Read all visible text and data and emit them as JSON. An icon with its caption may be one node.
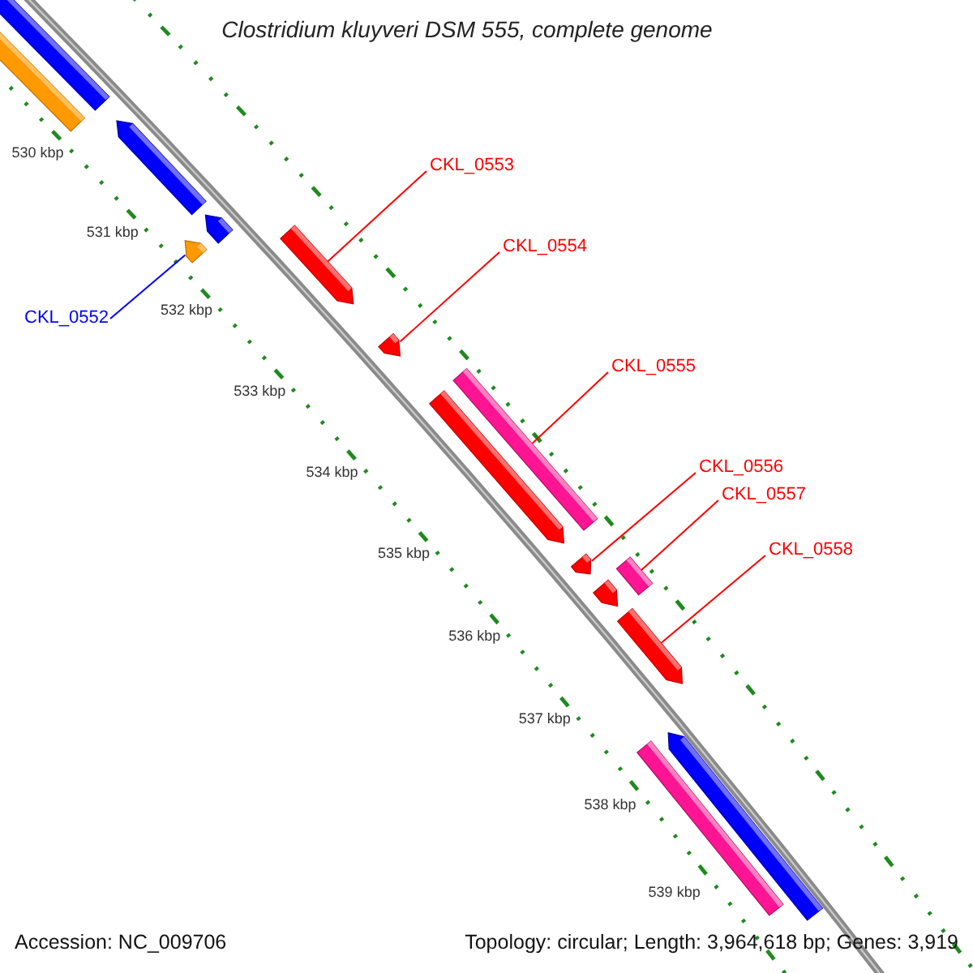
{
  "diagram": {
    "title": "Clostridium kluyveri DSM 555, complete genome",
    "nodes": [
      {
        "text": [
          "CKL_0552"
        ]
      },
      {
        "text": [
          "CKL_0553"
        ]
      },
      {
        "text": [
          "CKL_0554"
        ]
      },
      {
        "text": [
          "CKL_0555"
        ]
      },
      {
        "text": [
          "CKL_0556"
        ]
      },
      {
        "text": [
          "CKL_0557"
        ]
      },
      {
        "text": [
          "CKL_0558"
        ]
      },
      {
        "text": [],
        "shape": "arrow"
      },
      {
        "text": [],
        "shape": "arrow"
      },
      {
        "text": [],
        "shape": "arrow"
      },
      {
        "text": [],
        "shape": "arrow"
      },
      {
        "text": [],
        "shape": "arrow"
      },
      {
        "text": [],
        "shape": "arrow"
      },
      {
        "text": [],
        "shape": "arrow"
      },
      {
        "text": [],
        "shape": "bar"
      },
      {
        "text": [],
        "shape": "arrow"
      },
      {
        "text": [],
        "shape": "arrow"
      },
      {
        "text": [],
        "shape": "bar"
      },
      {
        "text": [],
        "shape": "arrow"
      },
      {
        "text": [],
        "shape": "arrow"
      },
      {
        "text": [],
        "shape": "arrow"
      },
      {
        "text": [],
        "shape": "bar"
      }
    ],
    "edges": [
      {
        "from": 0,
        "to": 11,
        "arrow": "none",
        "color": "#0000ff"
      },
      {
        "from": 1,
        "to": 12,
        "arrow": "none"
      },
      {
        "from": 2,
        "to": 13,
        "arrow": "none"
      },
      {
        "from": 3,
        "to": 14,
        "arrow": "none"
      },
      {
        "from": 4,
        "to": 16,
        "arrow": "none"
      },
      {
        "from": 5,
        "to": 17,
        "arrow": "none"
      },
      {
        "from": 6,
        "to": 19,
        "arrow": "none"
      }
    ],
    "labels": [
      "530 kbp",
      "531 kbp",
      "532 kbp",
      "533 kbp",
      "534 kbp",
      "535 kbp",
      "536 kbp",
      "537 kbp",
      "538 kbp",
      "539 kbp",
      "Accession: NC_009706",
      "Topology: circular; Length: 3,964,618 bp; Genes: 3,919"
    ]
  }
}
